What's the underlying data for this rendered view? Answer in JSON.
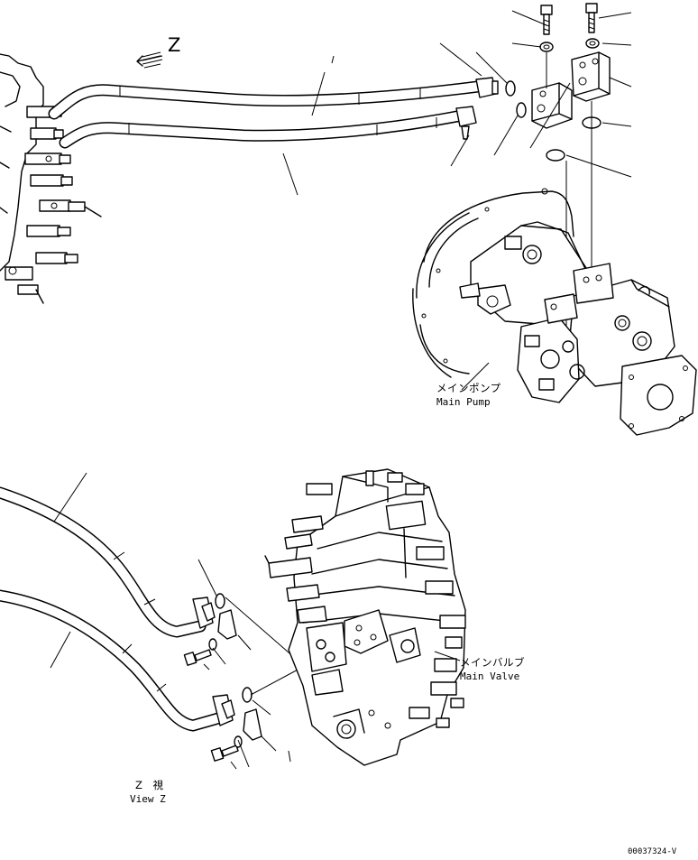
{
  "view_arrow_letter": "Z",
  "labels": {
    "main_pump_jp": "メインポンプ",
    "main_pump_en": "Main Pump",
    "main_valve_jp": "メインバルブ",
    "main_valve_en": "Main Valve",
    "view_z_jp": "Z 視",
    "view_z_en": "View Z"
  },
  "drawing_number": "00037324-V"
}
